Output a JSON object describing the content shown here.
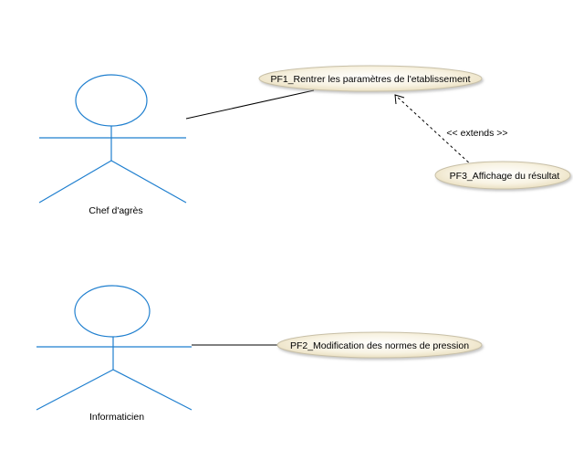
{
  "actors": [
    {
      "label": "Chef d'agrès"
    },
    {
      "label": "Informaticien"
    }
  ],
  "use_cases": [
    {
      "label": "PF1_Rentrer les paramètres de l'etablissement"
    },
    {
      "label": "PF3_Affichage du résultat"
    },
    {
      "label": "PF2_Modification des normes de pression"
    }
  ],
  "relations": {
    "extend_label": "<< extends >>"
  },
  "colors": {
    "actor_stroke": "#1f7fcf",
    "use_case_fill_center": "#ffffff",
    "use_case_fill_edge": "#ede4c8",
    "line": "#000000",
    "background": "#ffffff"
  }
}
